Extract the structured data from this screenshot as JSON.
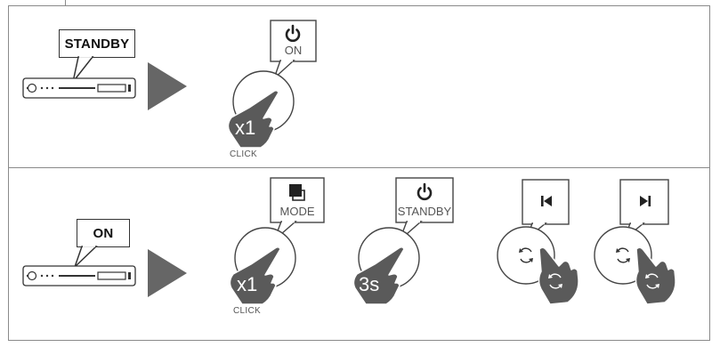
{
  "rows": [
    {
      "state_label": "STANDBY",
      "steps": [
        {
          "icon": "power-icon",
          "button_label": "ON",
          "press_count": "x1",
          "action_label": "CLICK"
        }
      ]
    },
    {
      "state_label": "ON",
      "steps": [
        {
          "icon": "mode-icon",
          "button_label": "MODE",
          "press_count": "x1",
          "action_label": "CLICK"
        },
        {
          "icon": "power-icon",
          "button_label": "STANDBY",
          "press_count": "3s"
        },
        {
          "icon": "skip-previous-icon",
          "button_label": "",
          "press_count": ""
        },
        {
          "icon": "skip-next-icon",
          "button_label": "",
          "press_count": ""
        }
      ]
    }
  ],
  "colors": {
    "hand": "#5a5a5a",
    "arrow": "#666666",
    "border": "#8a8a8a"
  }
}
